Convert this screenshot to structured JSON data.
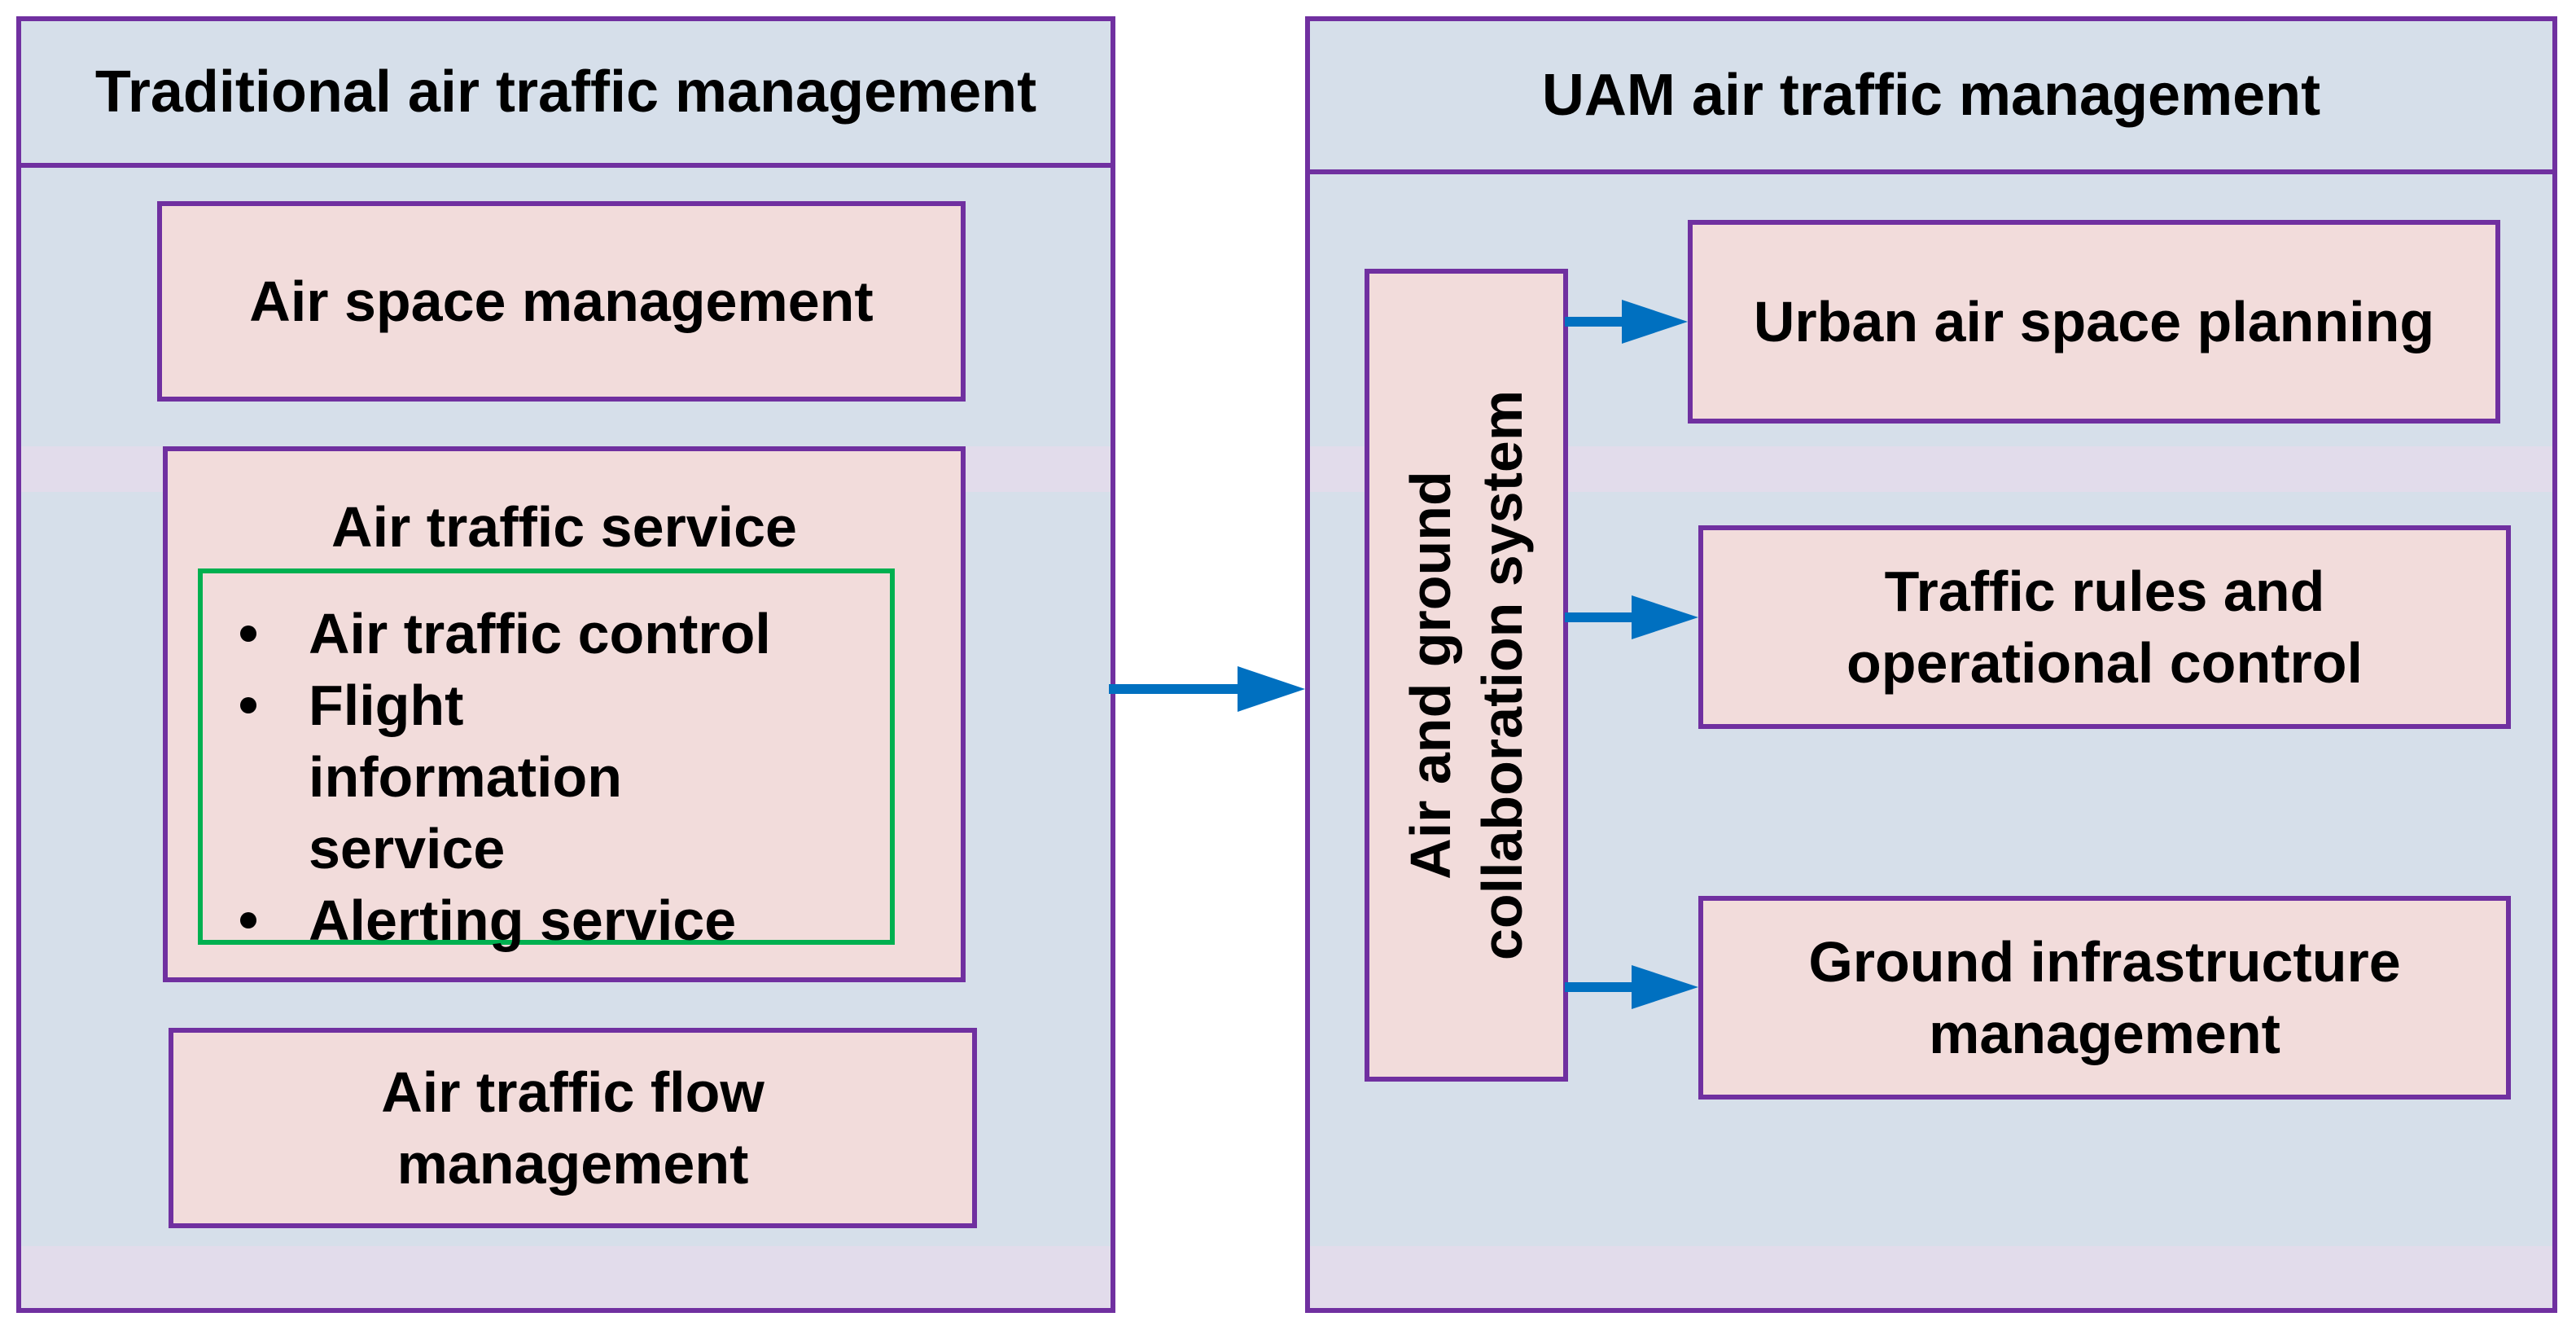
{
  "left_panel": {
    "title": "Traditional air traffic management",
    "air_space_management": "Air space management",
    "air_traffic_service": {
      "title": "Air traffic service",
      "items": [
        "Air traffic control",
        "Flight information service",
        "Alerting service"
      ]
    },
    "air_traffic_flow_management": "Air traffic flow management"
  },
  "right_panel": {
    "title": "UAM air traffic management",
    "collaboration_system": "Air and ground collaboration system",
    "urban_air_space_planning": "Urban air space planning",
    "traffic_rules": "Traffic rules and operational control",
    "ground_infrastructure": "Ground infrastructure management"
  },
  "colors": {
    "border_purple": "#7030A0",
    "panel_fill": "#D6DFEA",
    "box_fill": "#F2DCDB",
    "inner_border_green": "#00B050",
    "arrow_blue": "#0070C0"
  }
}
